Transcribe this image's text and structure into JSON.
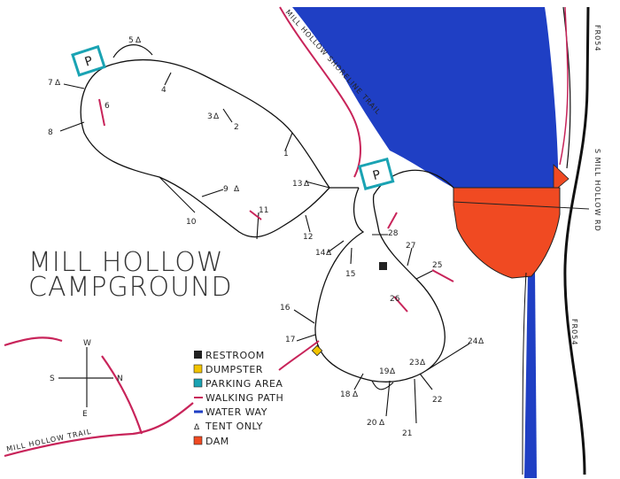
{
  "title": {
    "line1": "MILL HOLLOW",
    "line2": "CAMPGROUND"
  },
  "colors": {
    "water": "#1f3fc4",
    "dam": "#f04a22",
    "path": "#c8245a",
    "road": "#111111",
    "parking": "#1aa3b3",
    "dumpster": "#f2c400"
  },
  "roads": {
    "fr054_top": "FR054",
    "mill_hollow_rd": "S MILL HOLLOW RD",
    "fr054_bottom": "FR054"
  },
  "trails": {
    "shoreline": "MILL HOLLOW SHORELINE TRAIL",
    "mill_hollow": "MILL HOLLOW TRAIL"
  },
  "parking_label": "P",
  "compass": {
    "n": "N",
    "s": "S",
    "e": "E",
    "w": "W"
  },
  "sites": {
    "s1": "1",
    "s2": "2",
    "s3": "3",
    "s4": "4",
    "s5": "5",
    "s6": "6",
    "s7": "7",
    "s8": "8",
    "s9": "9",
    "s10": "10",
    "s11": "11",
    "s12": "12",
    "s13": "13",
    "s14": "14",
    "s15": "15",
    "s16": "16",
    "s17": "17",
    "s18": "18",
    "s19": "19",
    "s20": "20",
    "s21": "21",
    "s22": "22",
    "s23": "23",
    "s24": "24",
    "s25": "25",
    "s26": "26",
    "s27": "27",
    "s28": "28"
  },
  "tent_symbol": "Δ",
  "legend": [
    {
      "icon": "restroom",
      "label": "RESTROOM"
    },
    {
      "icon": "dumpster",
      "label": "DUMPSTER"
    },
    {
      "icon": "parking",
      "label": "PARKING AREA"
    },
    {
      "icon": "walking-path",
      "label": "WALKING PATH"
    },
    {
      "icon": "water-way",
      "label": "WATER WAY"
    },
    {
      "icon": "tent",
      "label": "TENT ONLY"
    },
    {
      "icon": "dam",
      "label": "DAM"
    }
  ]
}
